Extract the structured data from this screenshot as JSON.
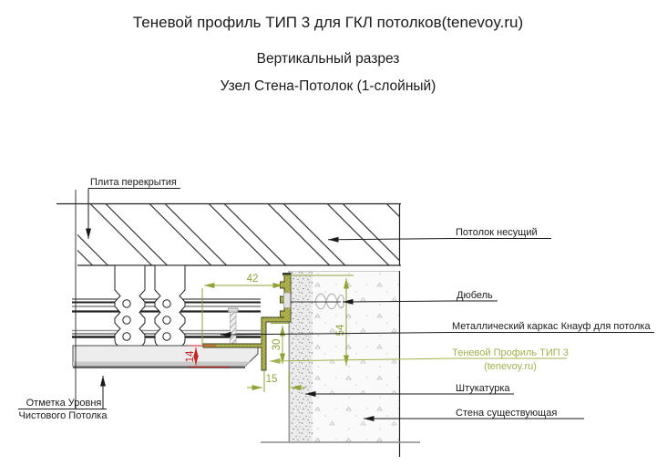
{
  "titles": {
    "line1": "Теневой профиль ТИП 3 для ГКЛ потолков(tenevoy.ru)",
    "line2": "Вертикальный разрез",
    "line3": "Узел Стена-Потолок (1-слойный)"
  },
  "callouts": {
    "slab": "Плита перекрытия",
    "bearing_ceiling": "Потолок несущий",
    "dowel": "Дюбель",
    "metal_frame": "Металлический каркас Кнауф для потолка",
    "shadow_profile_line1": "Теневой Профиль ТИП 3",
    "shadow_profile_line2": "(tenevoy.ru)",
    "plaster": "Штукатурка",
    "existing_wall": "Стена существующая",
    "finish_level_line1": "Отметка Уровня",
    "finish_level_line2": "Чистового Потолка"
  },
  "dimensions_mm": {
    "profile_width": "42",
    "profile_height": "54",
    "gap_height": "30",
    "gap_width": "15",
    "board_thickness": "14"
  },
  "colors": {
    "dimension_green": "#8fa437",
    "dimension_red": "#cc2222",
    "profile_olive": "#b2b54e",
    "profile_label_olive": "#a4b04c",
    "line_black": "#1a1a1a"
  }
}
